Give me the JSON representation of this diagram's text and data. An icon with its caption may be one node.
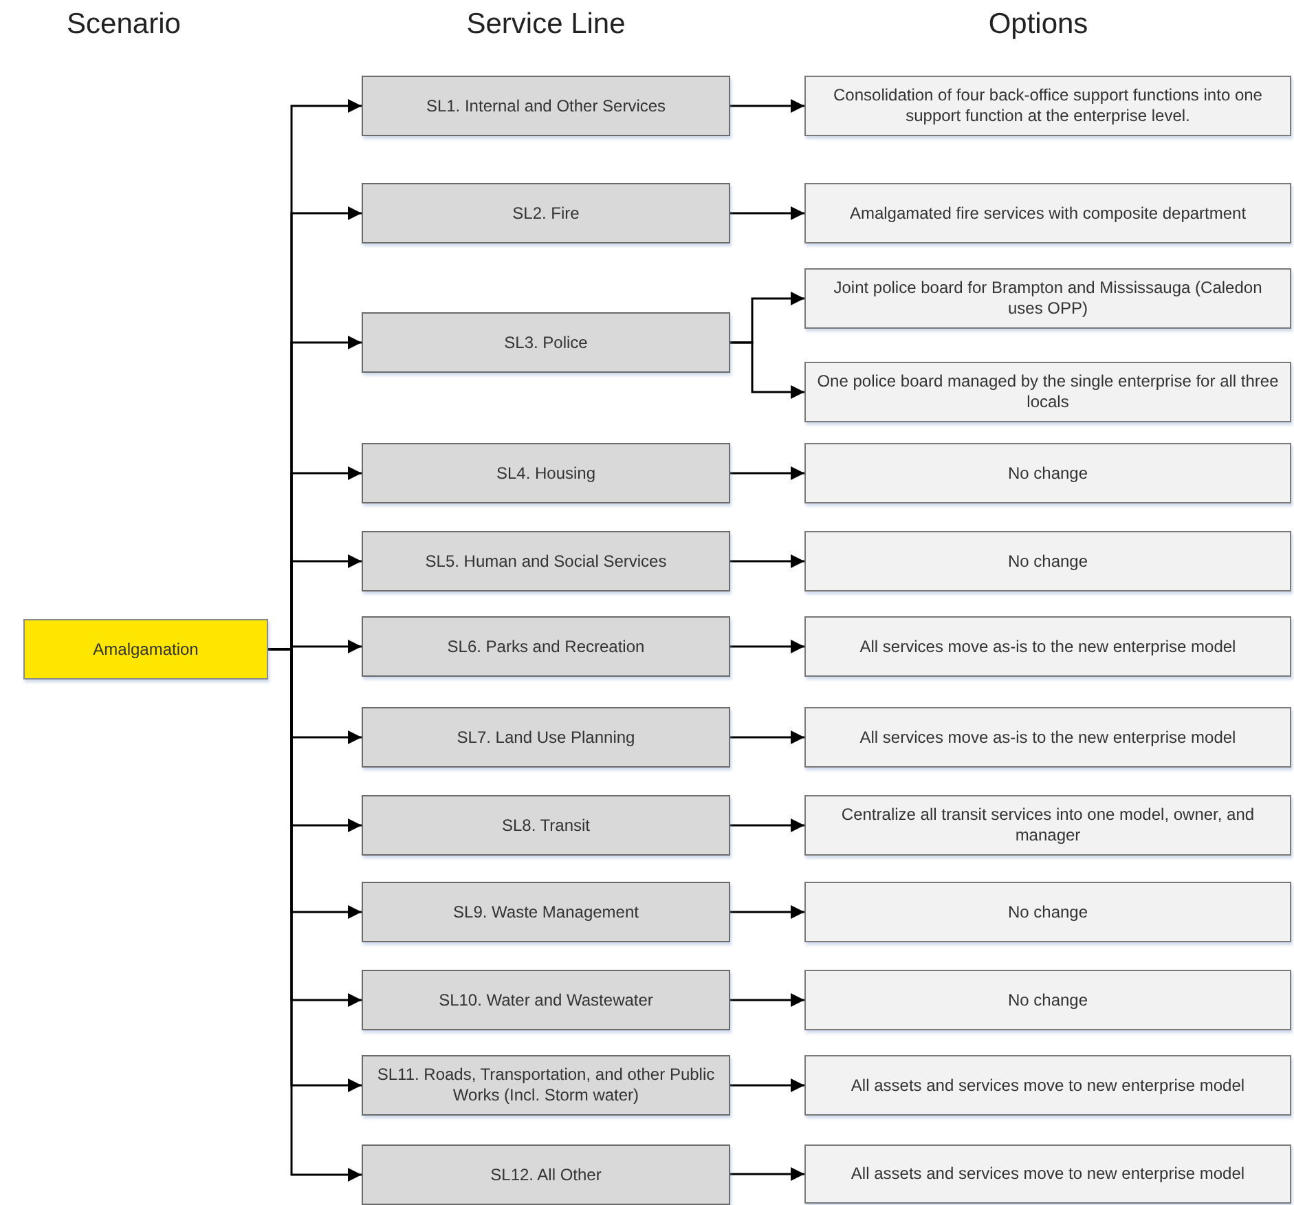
{
  "diagram": {
    "nodes": [
      {
        "text": [
          "Amalgamation"
        ]
      },
      {
        "text": [
          "SL1. Internal and Other Services"
        ]
      },
      {
        "text": [
          "SL2. Fire"
        ]
      },
      {
        "text": [
          "SL3. Police"
        ]
      },
      {
        "text": [
          "SL4. Housing"
        ]
      },
      {
        "text": [
          "SL5. Human and Social Services"
        ]
      },
      {
        "text": [
          "SL6. Parks and Recreation"
        ]
      },
      {
        "text": [
          "SL7. Land Use Planning"
        ]
      },
      {
        "text": [
          "SL8. Transit"
        ]
      },
      {
        "text": [
          "SL9. Waste Management"
        ]
      },
      {
        "text": [
          "SL10. Water and Wastewater"
        ]
      },
      {
        "text": [
          "SL11. Roads, Transportation, and other Public Works (Incl. Storm water)"
        ]
      },
      {
        "text": [
          "SL12. All Other"
        ]
      },
      {
        "text": [
          "Consolidation of four back-office support functions into one support function at the enterprise level."
        ]
      },
      {
        "text": [
          "Amalgamated fire services with composite department"
        ]
      },
      {
        "text": [
          "Joint police board for Brampton and Mississauga (Caledon uses OPP)"
        ]
      },
      {
        "text": [
          "One police board managed by the single enterprise for all three locals"
        ]
      },
      {
        "text": [
          "No change"
        ]
      },
      {
        "text": [
          "No change"
        ]
      },
      {
        "text": [
          "All services move as-is to the new enterprise model"
        ]
      },
      {
        "text": [
          "All services move as-is to the new enterprise model"
        ]
      },
      {
        "text": [
          "Centralize all transit services into one model, owner, and manager"
        ]
      },
      {
        "text": [
          "No change"
        ]
      },
      {
        "text": [
          "No change"
        ]
      },
      {
        "text": [
          "All assets and services move to new enterprise model"
        ]
      },
      {
        "text": [
          "All assets and services move to new enterprise model"
        ]
      }
    ],
    "edges": [
      {
        "from": 0,
        "to": 1,
        "arrow": "to"
      },
      {
        "from": 0,
        "to": 2,
        "arrow": "to"
      },
      {
        "from": 0,
        "to": 3,
        "arrow": "to"
      },
      {
        "from": 0,
        "to": 4,
        "arrow": "to"
      },
      {
        "from": 0,
        "to": 5,
        "arrow": "to"
      },
      {
        "from": 0,
        "to": 6,
        "arrow": "to"
      },
      {
        "from": 0,
        "to": 7,
        "arrow": "to"
      },
      {
        "from": 0,
        "to": 8,
        "arrow": "to"
      },
      {
        "from": 0,
        "to": 9,
        "arrow": "to"
      },
      {
        "from": 0,
        "to": 10,
        "arrow": "to"
      },
      {
        "from": 0,
        "to": 11,
        "arrow": "to"
      },
      {
        "from": 0,
        "to": 12,
        "arrow": "to"
      },
      {
        "from": 1,
        "to": 13,
        "arrow": "to"
      },
      {
        "from": 2,
        "to": 14,
        "arrow": "to"
      },
      {
        "from": 3,
        "to": 15,
        "arrow": "to"
      },
      {
        "from": 3,
        "to": 16,
        "arrow": "to"
      },
      {
        "from": 4,
        "to": 17,
        "arrow": "to"
      },
      {
        "from": 5,
        "to": 18,
        "arrow": "to"
      },
      {
        "from": 6,
        "to": 19,
        "arrow": "to"
      },
      {
        "from": 7,
        "to": 20,
        "arrow": "to"
      },
      {
        "from": 8,
        "to": 21,
        "arrow": "to"
      },
      {
        "from": 9,
        "to": 22,
        "arrow": "to"
      },
      {
        "from": 10,
        "to": 23,
        "arrow": "to"
      },
      {
        "from": 11,
        "to": 24,
        "arrow": "to"
      },
      {
        "from": 12,
        "to": 25,
        "arrow": "to"
      }
    ],
    "labels": [
      "Scenario",
      "Service Line",
      "Options"
    ]
  }
}
